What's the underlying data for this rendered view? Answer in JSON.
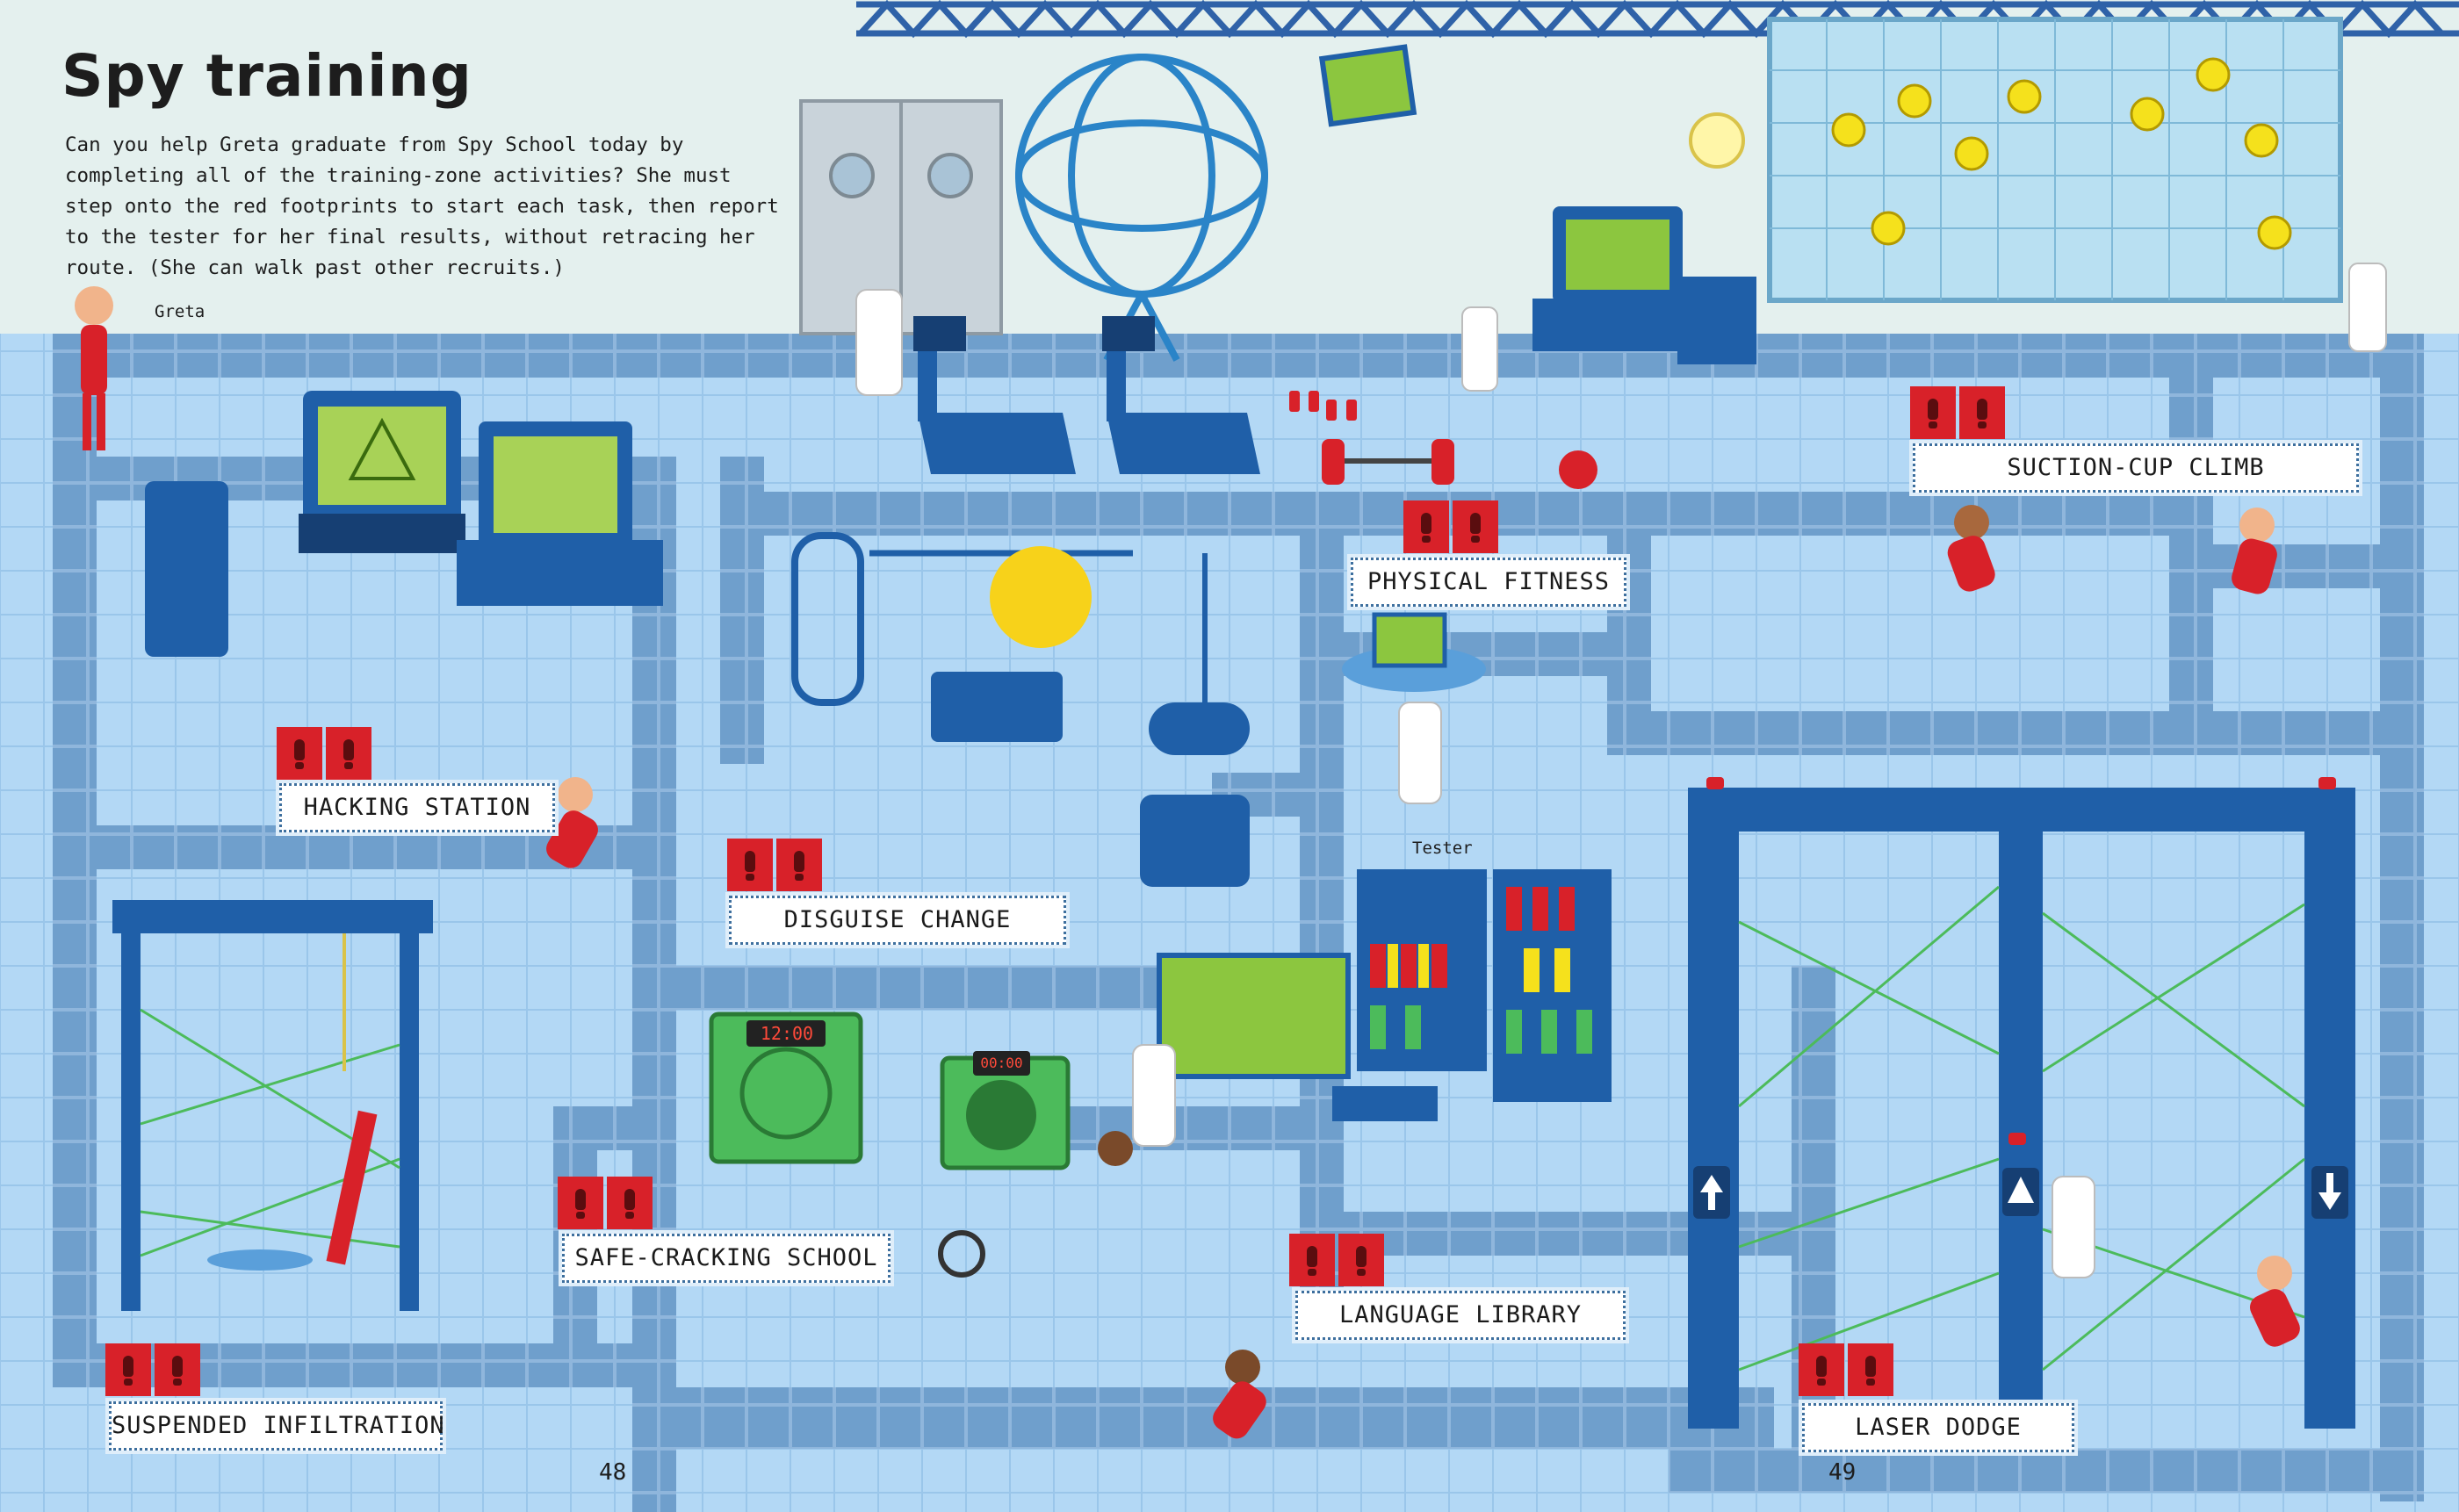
{
  "title": "Spy training",
  "intro": "Can you help Greta graduate from Spy School today by completing all of the training-zone activities? She must step onto the red footprints to start each task, then report to the tester for her final results, without retracing her route. (She can walk past other recruits.)",
  "characters": {
    "greta": "Greta",
    "tester": "Tester"
  },
  "zones": {
    "hacking": "HACKING STATION",
    "disguise": "DISGUISE CHANGE",
    "physical": "PHYSICAL FITNESS",
    "suction": "SUCTION-CUP CLIMB",
    "safe": "SAFE-CRACKING SCHOOL",
    "language": "LANGUAGE LIBRARY",
    "suspended": "SUSPENDED INFILTRATION",
    "laser": "LASER DODGE"
  },
  "props": {
    "safe_timer_1": "12:00",
    "safe_timer_2": "00:00"
  },
  "page_numbers": {
    "left": "48",
    "right": "49"
  },
  "colors": {
    "floor": "#b3d8f5",
    "path_tile": "#6f9fcc",
    "uniform_red": "#d82129",
    "screen_green": "#8cc63f",
    "wall": "#e4f0ee"
  }
}
